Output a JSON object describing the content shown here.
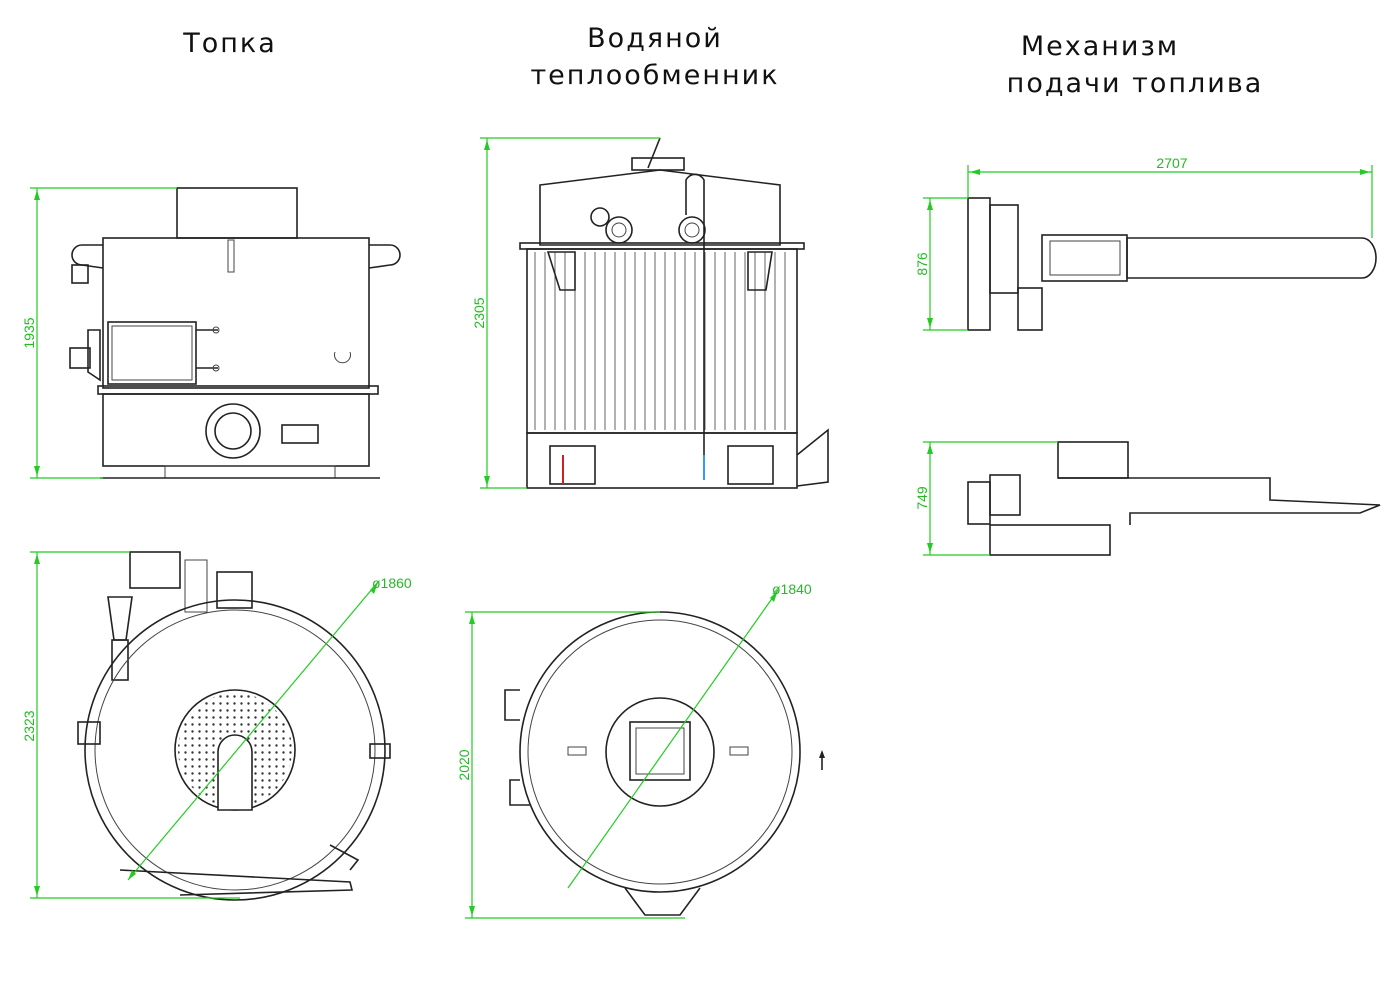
{
  "titles": {
    "furnace": "Топка",
    "heat_exchanger_line1": "Водяной",
    "heat_exchanger_line2": "теплообменник",
    "feeder_line1": "Механизм",
    "feeder_line2": "подачи  топлива"
  },
  "dimensions": {
    "furnace_height": "1935",
    "furnace_depth": "2323",
    "furnace_diameter": "ø1860",
    "exchanger_height": "2305",
    "exchanger_depth": "2020",
    "exchanger_diameter": "ø1840",
    "feeder_length": "2707",
    "feeder_width": "876",
    "feeder_height": "749"
  },
  "colors": {
    "line": "#222222",
    "dimension": "#22cc22",
    "accent_red": "#cc2222",
    "accent_blue": "#3399ff"
  }
}
